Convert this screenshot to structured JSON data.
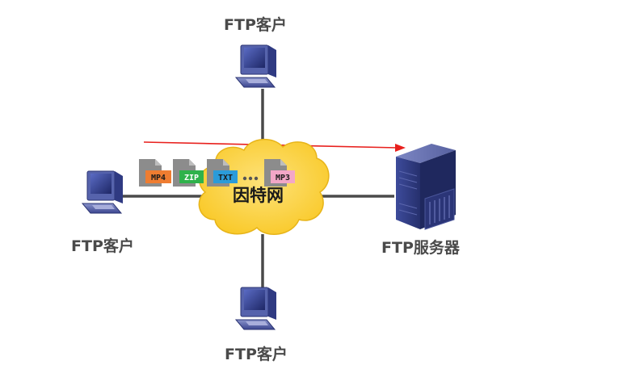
{
  "labels": {
    "client_top": "FTP客户",
    "client_left": "FTP客户",
    "client_bottom": "FTP客户",
    "server": "FTP服务器",
    "cloud": "因特网"
  },
  "files": [
    {
      "ext": "MP4",
      "color": "#ef7d31",
      "text_color": "#1b1b1b"
    },
    {
      "ext": "ZIP",
      "color": "#2fb24b",
      "text_color": "#ffffff"
    },
    {
      "ext": "TXT",
      "color": "#2b9bd9",
      "text_color": "#1b1b1b"
    },
    {
      "ext": "MP3",
      "color": "#f3a7c7",
      "text_color": "#1b1b1b"
    }
  ],
  "colors": {
    "line": "#4a4a4a",
    "arrow": "#e8201d",
    "cloud_fill": "#fcd337",
    "cloud_stroke": "#e7b419",
    "device_blue": "#3b4a9e"
  },
  "icons": {
    "client": "computer-terminal-icon",
    "server": "server-tower-icon",
    "cloud": "internet-cloud-icon",
    "file": "document-file-icon",
    "ellipsis": "ellipsis-icon"
  }
}
